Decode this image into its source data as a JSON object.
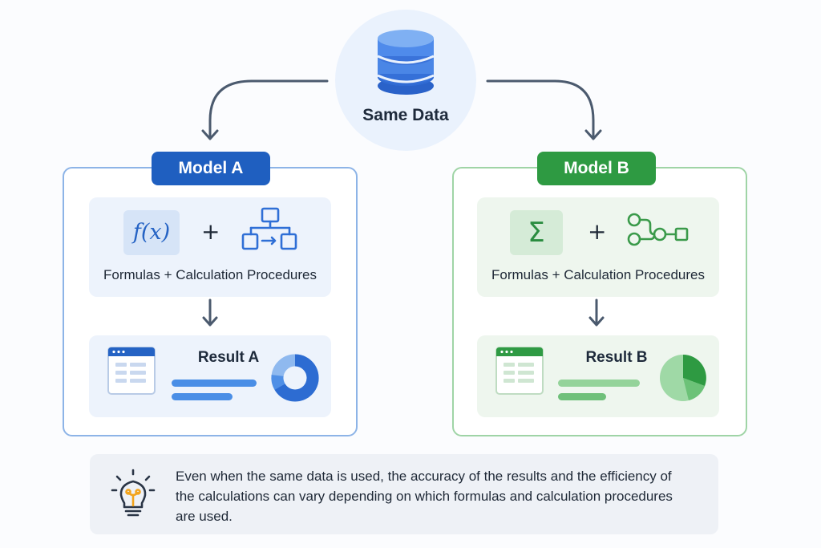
{
  "source": {
    "label": "Same Data",
    "icon": "database-icon",
    "accent_color": "#2f6fd6"
  },
  "models": [
    {
      "badge": "Model A",
      "color": "#1f5fc0",
      "method": {
        "formula_icon": "function-icon",
        "formula_glyph": "f(x)",
        "plus": "+",
        "procedure_icon": "flowchart-icon",
        "label": "Formulas + Calculation Procedures"
      },
      "result": {
        "icon": "spreadsheet-icon",
        "title": "Result A",
        "chart_icon": "donut-chart-icon"
      }
    },
    {
      "badge": "Model B",
      "color": "#2e9a42",
      "method": {
        "formula_icon": "sigma-icon",
        "formula_glyph": "Σ",
        "plus": "+",
        "procedure_icon": "node-workflow-icon",
        "label": "Formulas + Calculation Procedures"
      },
      "result": {
        "icon": "spreadsheet-icon",
        "title": "Result B",
        "chart_icon": "pie-chart-icon"
      }
    }
  ],
  "note": {
    "icon": "lightbulb-icon",
    "text": "Even when the same data is used, the accuracy of the results and the efficiency of the calculations can vary depending on which formulas and calculation procedures are used."
  }
}
